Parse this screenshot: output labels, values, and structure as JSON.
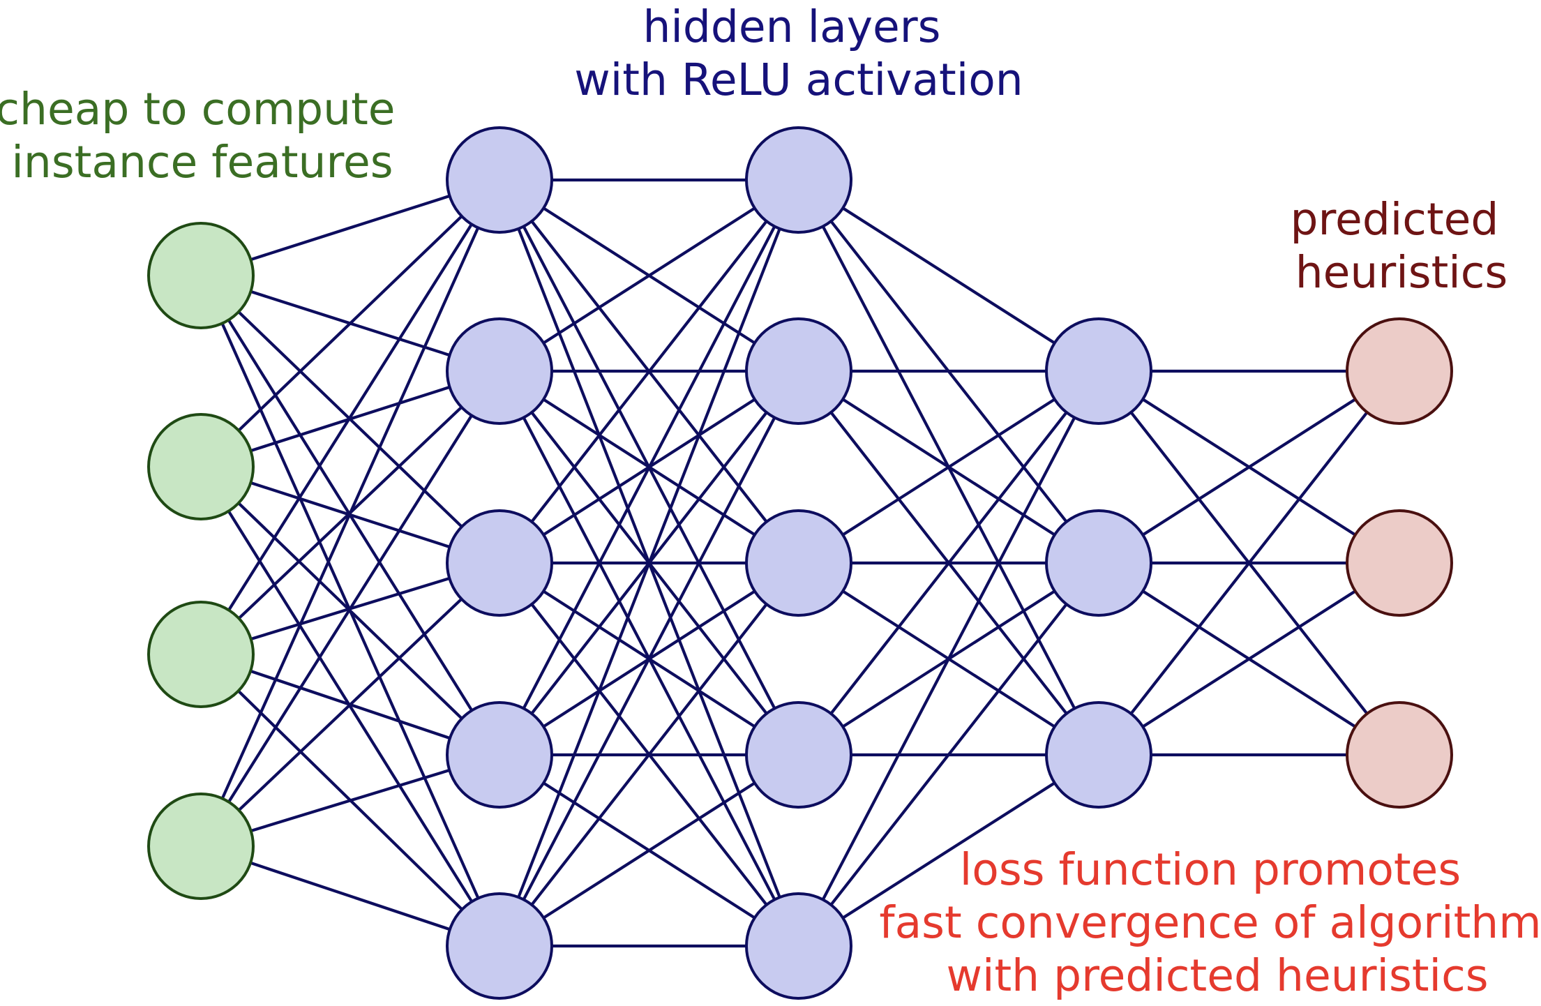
{
  "labels": {
    "input": [
      "cheap to compute",
      "instance features"
    ],
    "hidden": [
      "hidden layers",
      "with ReLU activation"
    ],
    "output": [
      "predicted",
      "heuristics"
    ],
    "loss": [
      "loss function promotes",
      "fast convergence of algorithm",
      "with predicted heuristics"
    ]
  },
  "colors": {
    "edge": "#0d0d5e",
    "input_fill": "#c8e6c4",
    "input_stroke": "#1f4a14",
    "input_text": "#3b6e24",
    "hidden_fill": "#c8cbf0",
    "hidden_stroke": "#0d0d5e",
    "hidden_text": "#16127a",
    "output_fill": "#ecccc8",
    "output_stroke": "#4a1010",
    "output_text": "#6e1414",
    "loss_text": "#e53a2e"
  },
  "layers": [
    {
      "role": "input",
      "nodes": 4
    },
    {
      "role": "hidden",
      "nodes": 5
    },
    {
      "role": "hidden",
      "nodes": 5
    },
    {
      "role": "hidden",
      "nodes": 3
    },
    {
      "role": "output",
      "nodes": 3
    }
  ]
}
